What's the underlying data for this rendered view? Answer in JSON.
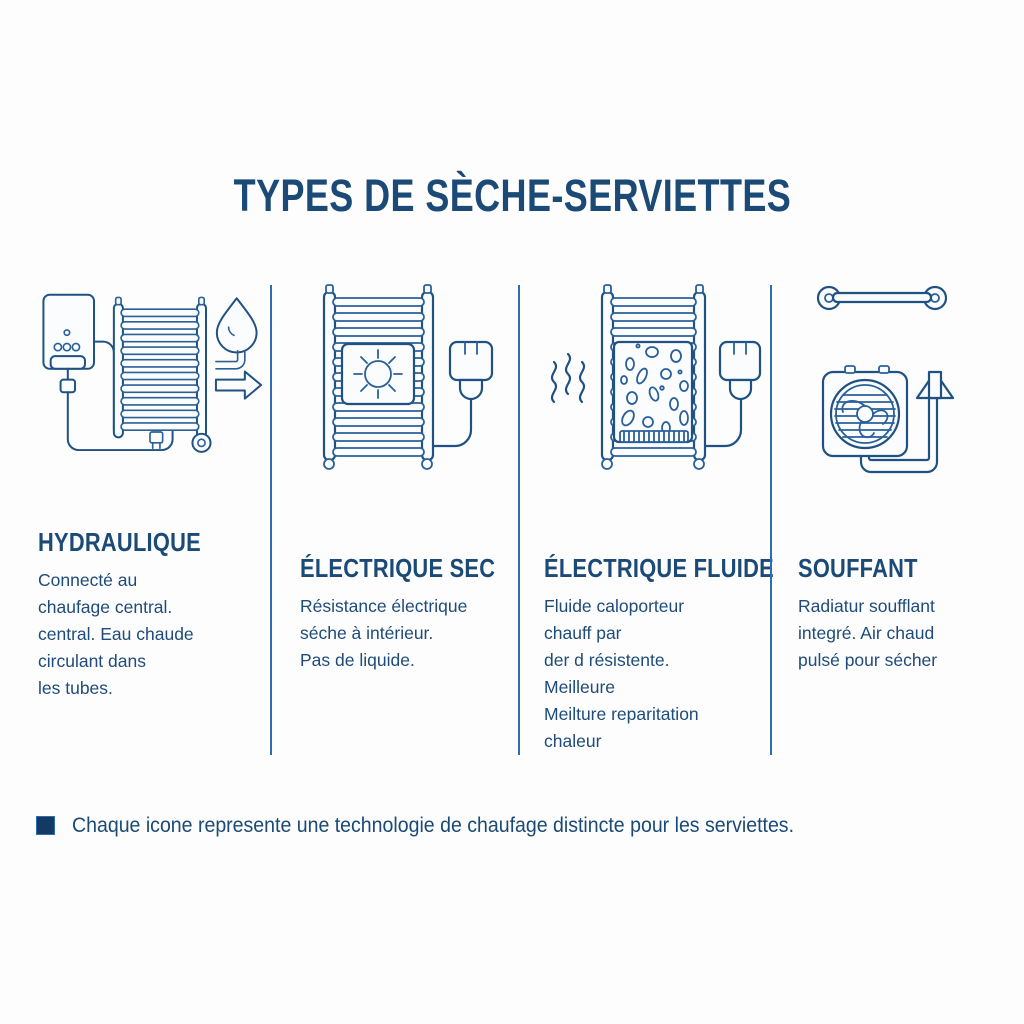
{
  "title": "TYPES DE SÈCHE-SERVIETTES",
  "theme": {
    "background": "#fdfdfd",
    "heading_color": "#1b4a77",
    "body_color": "#1e4b7a",
    "line_color": "#1f5183",
    "divider_color": "#2f6cb0",
    "bullet_fill": "#123a63"
  },
  "columns": [
    {
      "id": "hydraulique",
      "title": "HYDRAULIQUE",
      "icon": "boiler-towel-rail-water-drop-icon",
      "lines": [
        "Connecté au",
        "chaufage central.",
        "central. Eau chaude",
        "circulant dans",
        "les tubes."
      ]
    },
    {
      "id": "electrique-sec",
      "title": "ÉLECTRIQUE SEC",
      "icon": "towel-rail-sun-plug-icon",
      "lines": [
        "Résistance électrique",
        "séche à intérieur.",
        "Pas de liquide."
      ]
    },
    {
      "id": "electrique-fluide",
      "title": "ÉLECTRIQUE FLUIDE",
      "icon": "towel-rail-fluid-panel-plug-icon",
      "lines": [
        "Fluide caloporteur",
        "chauff par",
        "der d résistente.",
        "Meilleure",
        "Meilture reparitation",
        "chaleur"
      ]
    },
    {
      "id": "soufflant",
      "title": "SOUFFANT",
      "icon": "fan-heater-towel-bar-arrow-icon",
      "lines": [
        "Radiatur soufflant",
        "integré. Air chaud",
        "pulsé pour sécher"
      ]
    }
  ],
  "footer": {
    "bullet": "square-bullet",
    "text": "Chaque icone represente une technologie de chaufage distincte pour les serviettes."
  }
}
